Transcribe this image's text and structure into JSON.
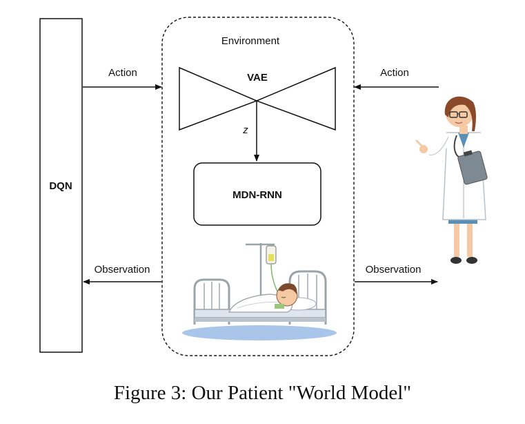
{
  "diagram": {
    "agent_label": "DQN",
    "environment_label": "Environment",
    "vae_label": "VAE",
    "latent_label": "z",
    "rnn_label": "MDN-RNN",
    "action_left_label": "Action",
    "action_right_label": "Action",
    "observation_left_label": "Observation",
    "observation_right_label": "Observation"
  },
  "caption": "Figure 3: Our Patient \"World Model\""
}
